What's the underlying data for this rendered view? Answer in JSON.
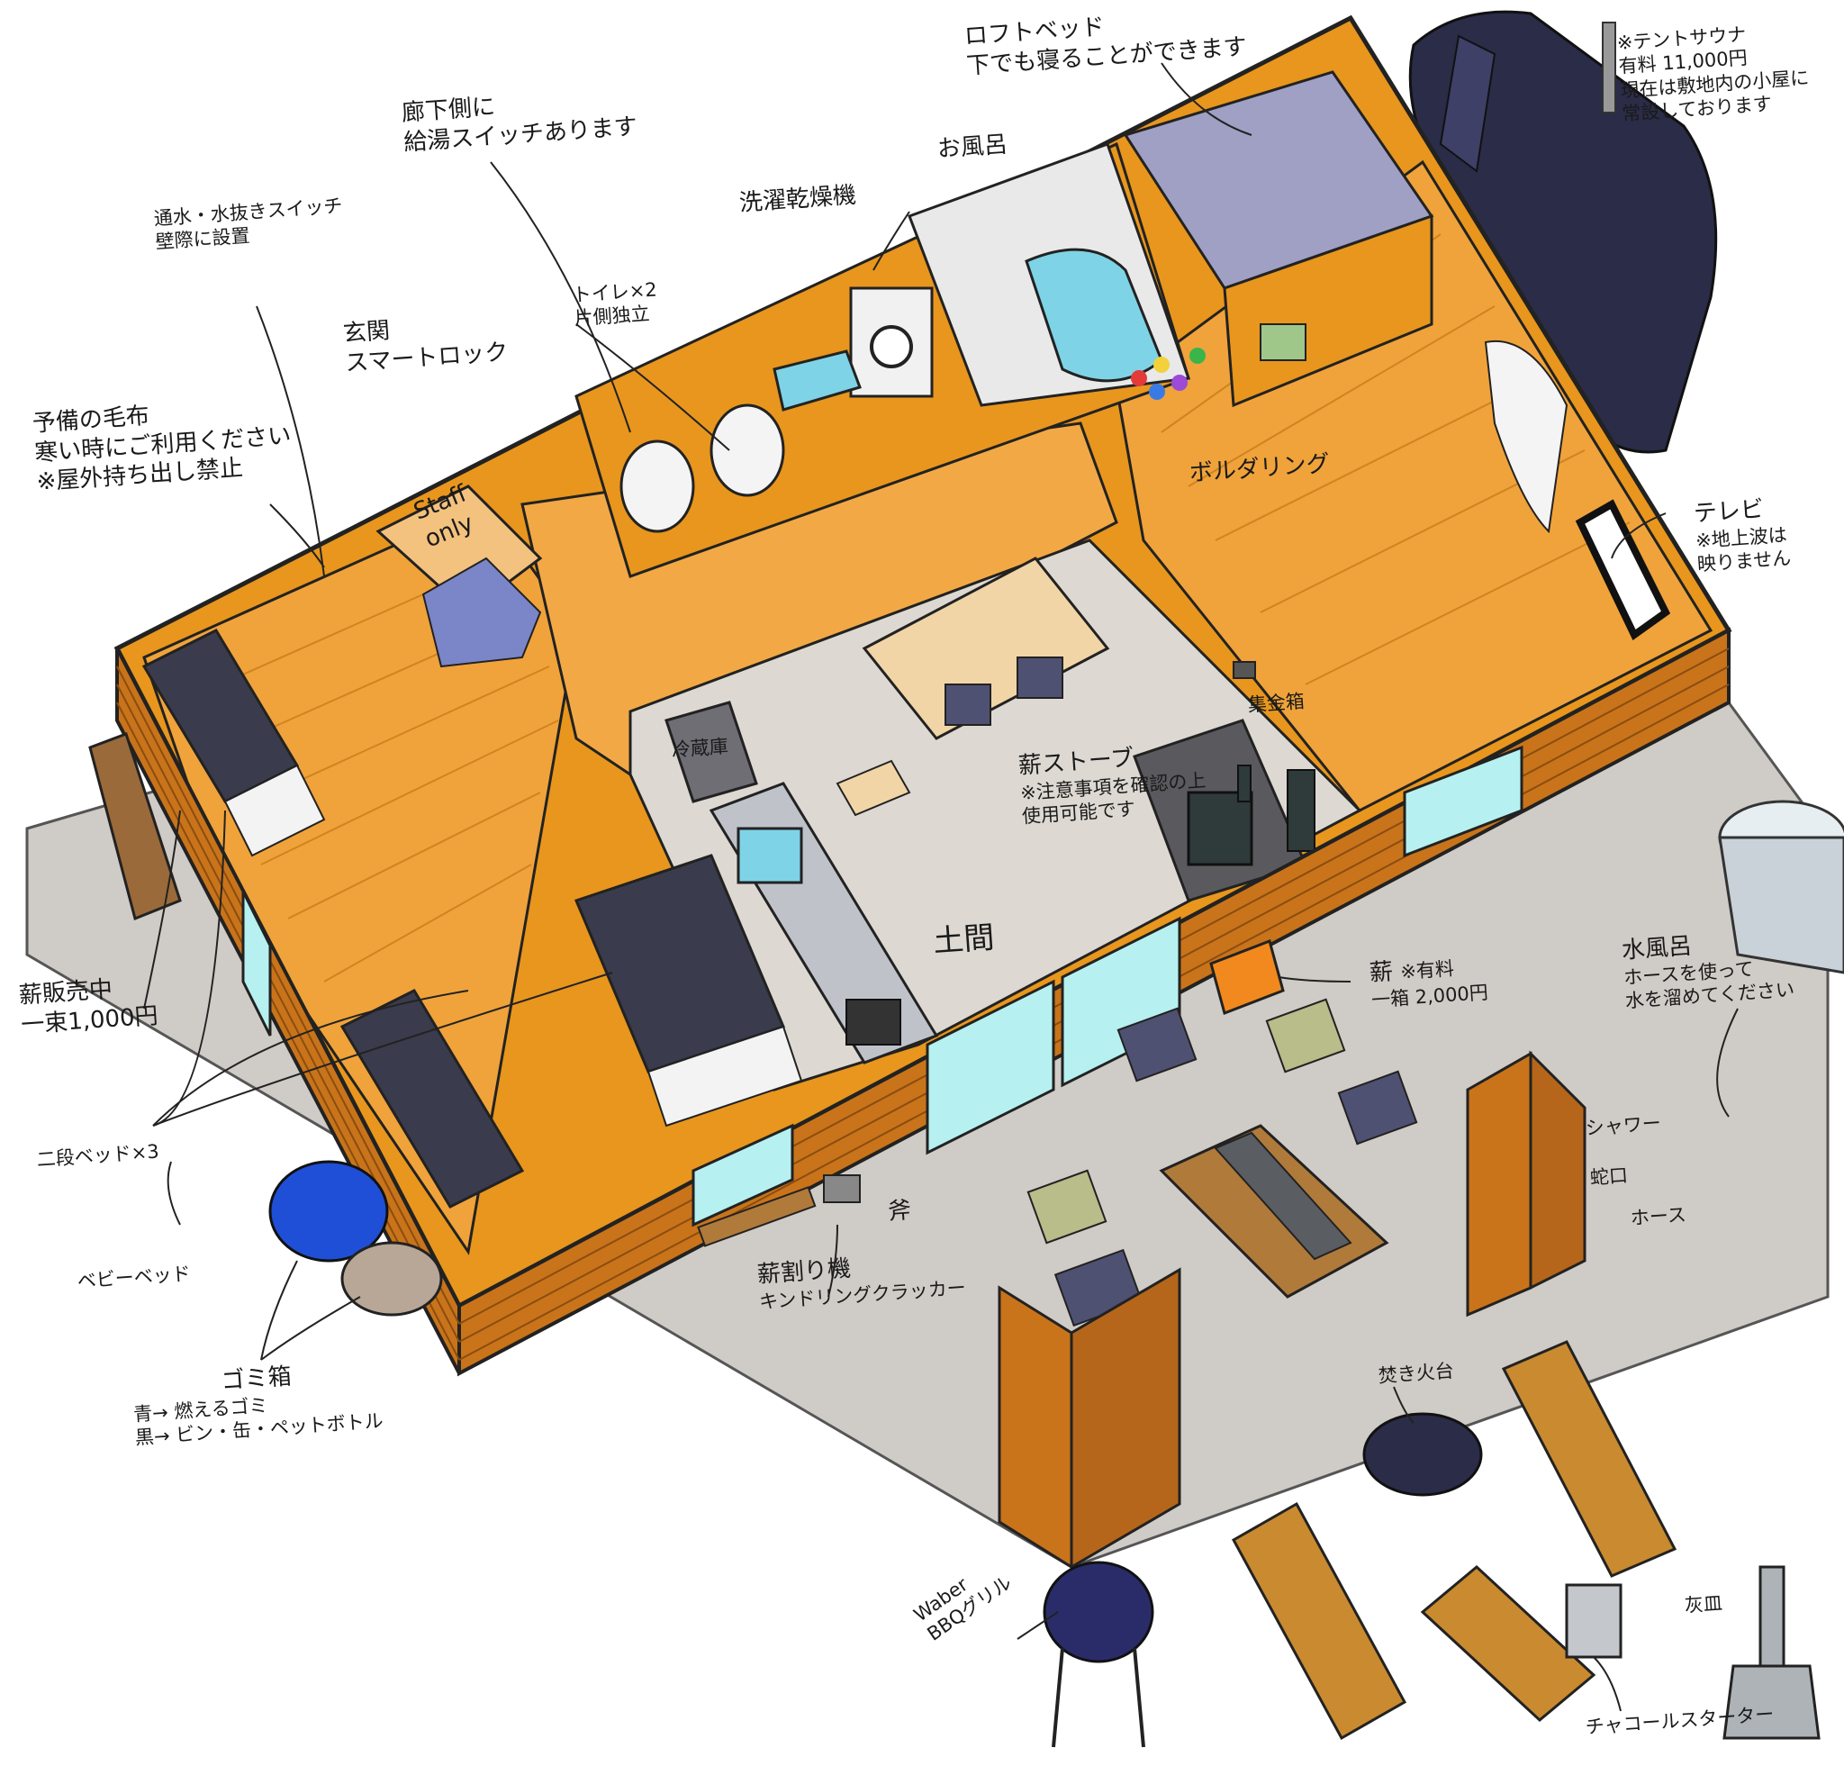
{
  "labels": {
    "loft_bed": "ロフトベッド",
    "loft_bed_note": "下でも寝ることができます",
    "tent_sauna": "※テントサウナ",
    "tent_sauna_price": "有料 11,000円",
    "tent_sauna_note1": "現在は敷地内の小屋に",
    "tent_sauna_note2": "常設しております",
    "corridor_1": "廊下側に",
    "corridor_2": "給湯スイッチあります",
    "bath": "お風呂",
    "washer_dryer": "洗濯乾燥機",
    "water_switch_1": "通水・水抜きスイッチ",
    "water_switch_2": "壁際に設置",
    "toilet_1": "トイレ×2",
    "toilet_2": "片側独立",
    "entrance_1": "玄関",
    "entrance_2": "スマートロック",
    "blanket_1": "予備の毛布",
    "blanket_2": "寒い時にご利用ください",
    "blanket_3": "※屋外持ち出し禁止",
    "staff_1": "Staff",
    "staff_2": "only",
    "bouldering": "ボルダリング",
    "tv": "テレビ",
    "tv_note_1": "※地上波は",
    "tv_note_2": "映りません",
    "fridge": "冷蔵庫",
    "money_box": "集金箱",
    "stove": "薪ストーブ",
    "stove_note_1": "※注意事項を確認の上",
    "stove_note_2": "使用可能です",
    "doma": "土間",
    "firewood_sale_1": "薪販売中",
    "firewood_sale_2": "一束1,000円",
    "firewood_box_1": "薪",
    "firewood_box_2": "※有料",
    "firewood_box_3": "一箱 2,000円",
    "water_bath_1": "水風呂",
    "water_bath_2": "ホースを使って",
    "water_bath_3": "水を溜めてください",
    "bunk_beds": "二段ベッド×3",
    "shower": "シャワー",
    "faucet": "蛇口",
    "hose": "ホース",
    "baby_bed": "ベビーベッド",
    "axe": "斧",
    "splitter_1": "薪割り機",
    "splitter_2": "キンドリングクラッカー",
    "trash_1": "ゴミ箱",
    "trash_2": "青→ 燃えるゴミ",
    "trash_3": "黒→ ビン・缶・ペットボトル",
    "fire_pit": "焚き火台",
    "ashtray": "灰皿",
    "grill_1": "Waber",
    "grill_2": "BBQグリル",
    "charcoal": "チャコールスターター"
  },
  "colors": {
    "wood": "#e8961d",
    "siding": "#c9741a",
    "floor": "#ddd9d2",
    "ground": "#cfcbc6",
    "bed": "#3a3b4c",
    "blue_bin": "#1f4fd6",
    "tent": "#2a2c48",
    "glass": "#b7f0f0",
    "purple_bed": "#9fa0c4"
  }
}
